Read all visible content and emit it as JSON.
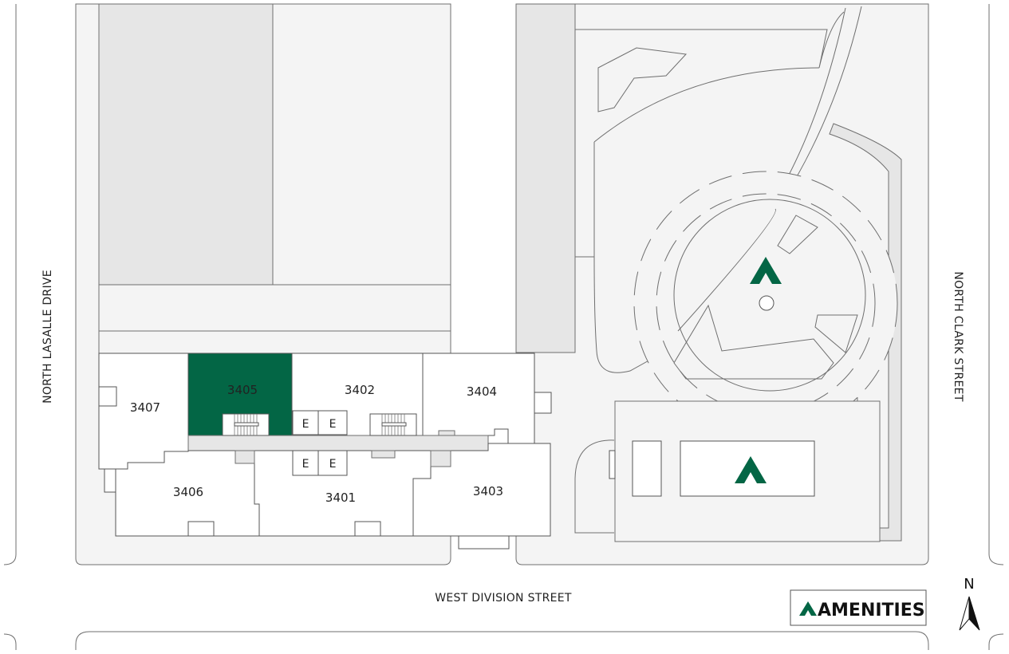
{
  "colors": {
    "accent": "#036645",
    "selected_unit": "#036645"
  },
  "streets": {
    "west": "NORTH LASALLE DRIVE",
    "east": "NORTH CLARK STREET",
    "south": "WEST DIVISION STREET"
  },
  "units": [
    {
      "id": "3407",
      "selected": false
    },
    {
      "id": "3405",
      "selected": true
    },
    {
      "id": "3402",
      "selected": false
    },
    {
      "id": "3404",
      "selected": false
    },
    {
      "id": "3406",
      "selected": false
    },
    {
      "id": "3401",
      "selected": false
    },
    {
      "id": "3403",
      "selected": false
    }
  ],
  "elevator_label": "E",
  "legend": {
    "icon": "amenity-triangle-icon",
    "label": "AMENITIES"
  },
  "compass": {
    "label": "N"
  }
}
